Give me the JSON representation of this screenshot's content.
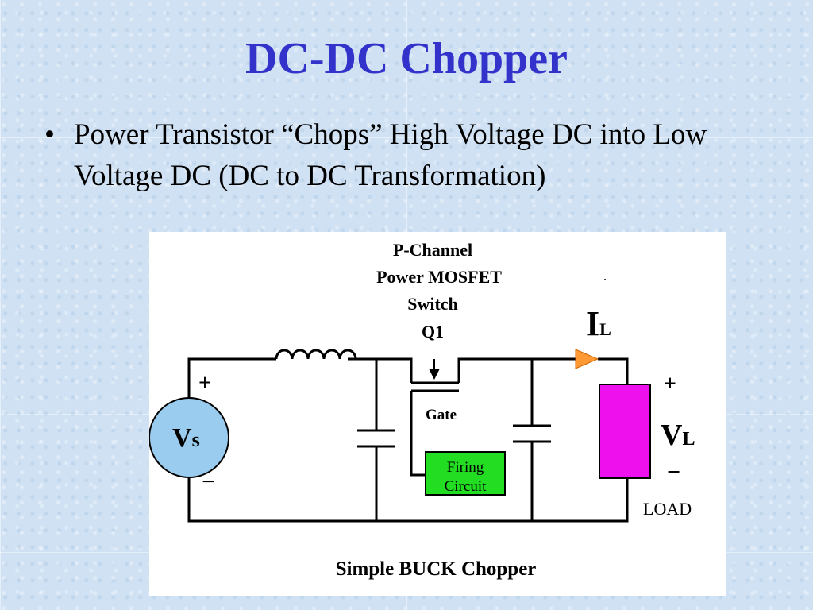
{
  "slide": {
    "title": "DC-DC Chopper",
    "bullet": {
      "marker": "•",
      "text": "Power Transistor “Chops” High Voltage DC into Low Voltage DC  (DC to DC Transformation)"
    }
  },
  "diagram": {
    "switch_label": [
      "P-Channel",
      "Power MOSFET",
      "Switch",
      "Q1"
    ],
    "current_label": "I",
    "current_subscript": "L",
    "source_label": "V",
    "source_subscript": "s",
    "source_plus": "+",
    "source_minus": "−",
    "gate_label": "Gate",
    "firing_label": [
      "Firing",
      "Circuit"
    ],
    "load_voltage_label": "V",
    "load_voltage_subscript": "L",
    "load_plus": "+",
    "load_minus": "−",
    "load_label": "LOAD",
    "caption": "Simple BUCK Chopper",
    "colors": {
      "source_fill": "#99ccee",
      "load_fill": "#ee11ee",
      "firing_fill": "#22dd22",
      "arrow_fill": "#ff9933",
      "wire": "#000000"
    }
  }
}
